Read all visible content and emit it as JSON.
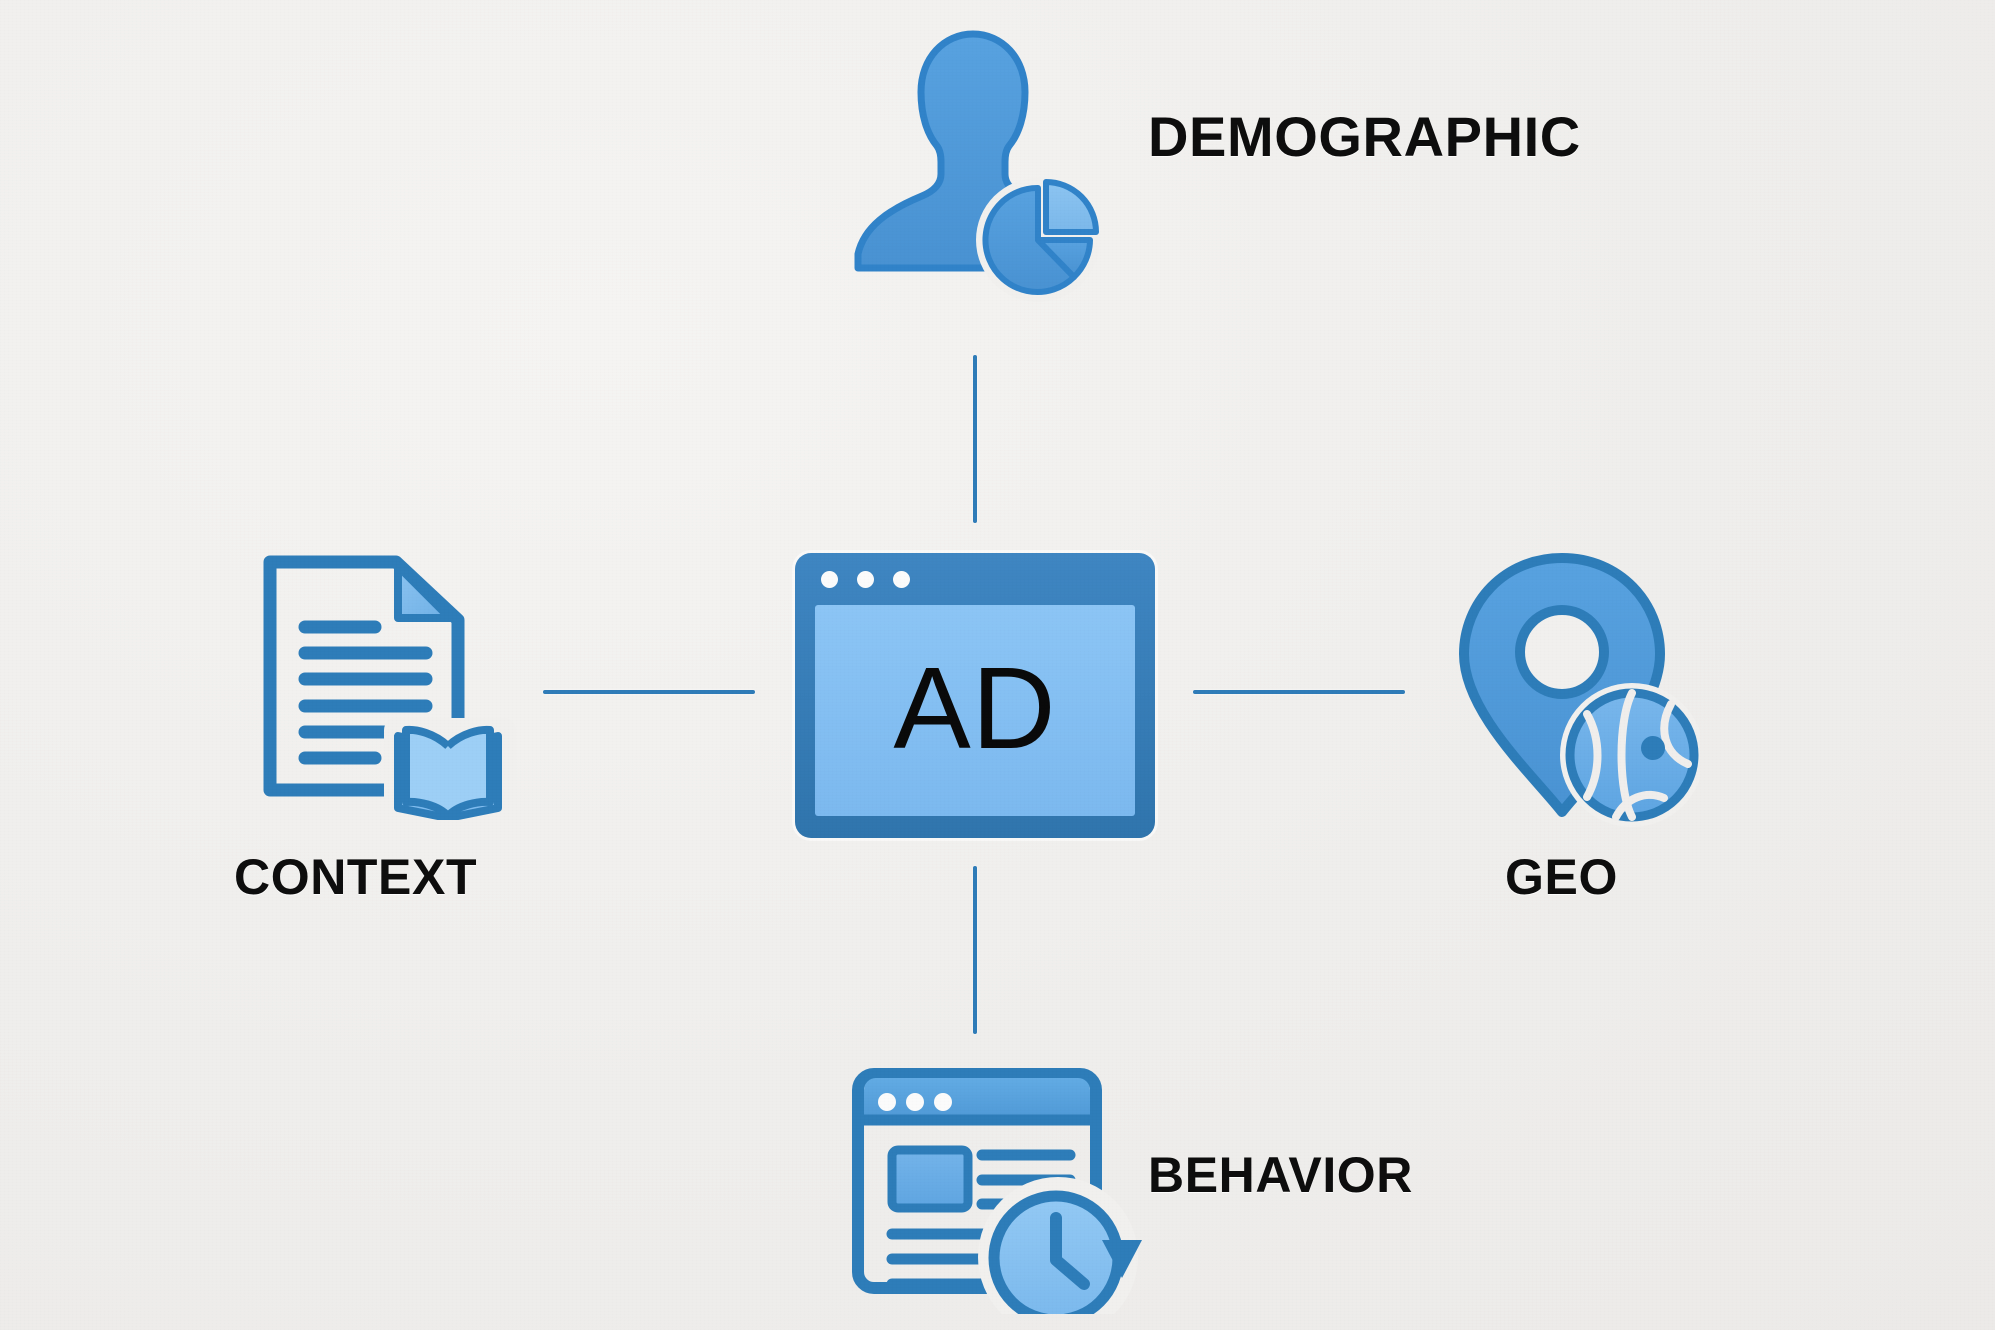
{
  "diagram": {
    "title_text": "AD",
    "center": {
      "label": "AD",
      "icon": "browser-window-icon",
      "frame_color": "#3075ad",
      "screen_color": "#7cb9ef",
      "text_color": "#0a0a0a"
    },
    "accent_color": "#3d87c4",
    "line_color": "#2f7cb8",
    "background_color": "#f1f0ee",
    "label_color": "#0e0e0e",
    "nodes": [
      {
        "id": "demographic",
        "label": "DEMOGRAPHIC",
        "position": "top",
        "icon": "person-with-pie-chart-icon",
        "badge": "pie-chart-icon"
      },
      {
        "id": "context",
        "label": "CONTEXT",
        "position": "left",
        "icon": "document-with-book-icon",
        "badge": "open-book-icon"
      },
      {
        "id": "geo",
        "label": "GEO",
        "position": "right",
        "icon": "map-pin-with-globe-icon",
        "badge": "globe-icon"
      },
      {
        "id": "behavior",
        "label": "BEHAVIOR",
        "position": "bottom",
        "icon": "browser-with-clock-icon",
        "badge": "clock-history-icon"
      }
    ],
    "connectors": [
      {
        "id": "connector-top",
        "from": "center",
        "to": "demographic"
      },
      {
        "id": "connector-left",
        "from": "center",
        "to": "context"
      },
      {
        "id": "connector-right",
        "from": "center",
        "to": "geo"
      },
      {
        "id": "connector-bottom",
        "from": "center",
        "to": "behavior"
      }
    ]
  }
}
